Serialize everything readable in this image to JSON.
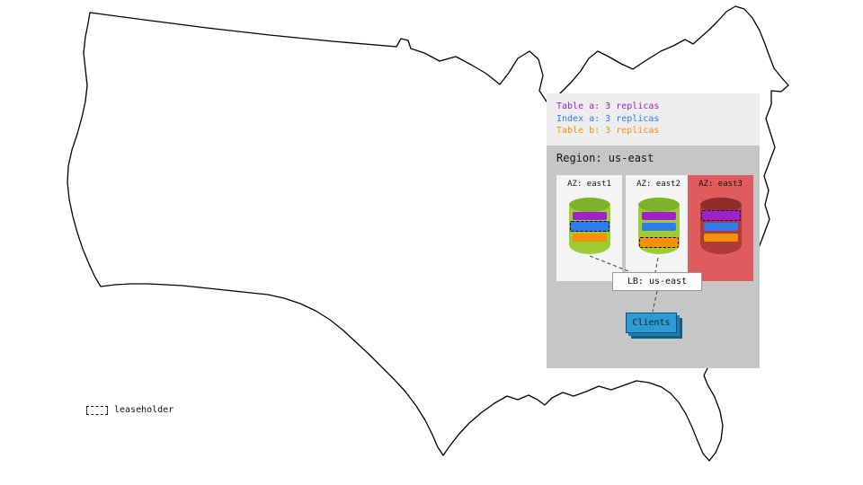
{
  "replica_legend": {
    "items": [
      {
        "id": "table-a",
        "label": "Table a: 3 replicas",
        "color": "#a021c9"
      },
      {
        "id": "index-a",
        "label": "Index a: 3 replicas",
        "color": "#2e7de9"
      },
      {
        "id": "table-b",
        "label": "Table b: 3 replicas",
        "color": "#f79009"
      }
    ]
  },
  "region": {
    "title": "Region: us-east",
    "azs": [
      {
        "label": "AZ: east1",
        "replicas": [
          {
            "name": "table-a",
            "leaseholder": false
          },
          {
            "name": "index-a",
            "leaseholder": true
          },
          {
            "name": "table-b",
            "leaseholder": false
          }
        ]
      },
      {
        "label": "AZ: east2",
        "replicas": [
          {
            "name": "table-a",
            "leaseholder": false
          },
          {
            "name": "index-a",
            "leaseholder": false
          },
          {
            "name": "table-b",
            "leaseholder": true
          }
        ]
      },
      {
        "label": "AZ: east3",
        "replicas": [
          {
            "name": "table-a",
            "leaseholder": true
          },
          {
            "name": "index-a",
            "leaseholder": false
          },
          {
            "name": "table-b",
            "leaseholder": false
          }
        ]
      }
    ],
    "load_balancer": {
      "label": "LB: us-east"
    },
    "clients": {
      "label": "Clients"
    }
  },
  "leaseholder_legend": {
    "label": "leaseholder"
  },
  "colors": {
    "table_a": "#a021c9",
    "index_a": "#2e7de9",
    "table_b": "#f79009",
    "legend_bg": "#ededed",
    "region_bg": "#c6c6c6",
    "az_bg": "#f4f4f4",
    "az_down_bg": "#e05c5c",
    "cylinder_green": "#9dcd32",
    "cylinder_green_top": "#7db32a",
    "cylinder_red": "#b03a3a",
    "cylinder_red_top": "#8f2c2c",
    "clients_blue": "#2e9bd6",
    "map_outline": "#000000"
  }
}
